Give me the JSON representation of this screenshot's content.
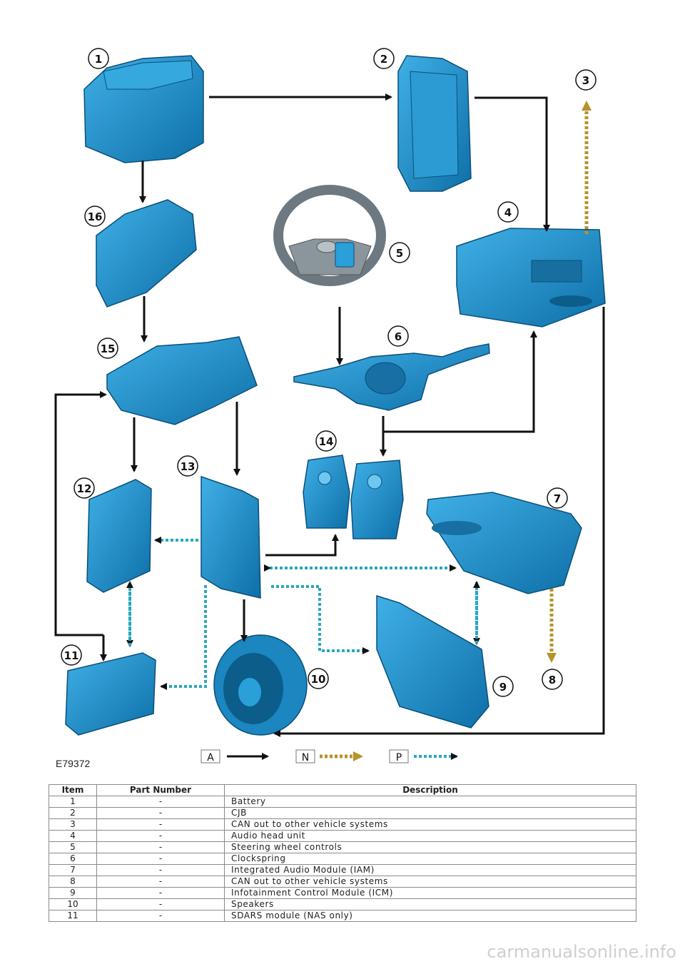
{
  "figure_id": "E79372",
  "callouts": [
    "1",
    "2",
    "3",
    "4",
    "5",
    "6",
    "7",
    "8",
    "9",
    "10",
    "11",
    "12",
    "13",
    "14",
    "15",
    "16"
  ],
  "legend": [
    {
      "key": "A",
      "style": "solid"
    },
    {
      "key": "N",
      "style": "dotted-gold"
    },
    {
      "key": "P",
      "style": "dotted-teal"
    }
  ],
  "colors": {
    "component": "#1f8fc9",
    "component_dark": "#0d5f8f",
    "link_a": "#111111",
    "link_n": "#b8922a",
    "link_p": "#2aa6bf"
  },
  "table": {
    "headers": {
      "item": "Item",
      "part_number": "Part Number",
      "description": "Description"
    },
    "rows": [
      {
        "item": "1",
        "part": "-",
        "desc": "Battery"
      },
      {
        "item": "2",
        "part": "-",
        "desc": "CJB"
      },
      {
        "item": "3",
        "part": "-",
        "desc": "CAN out to other vehicle systems"
      },
      {
        "item": "4",
        "part": "-",
        "desc": "Audio head unit"
      },
      {
        "item": "5",
        "part": "-",
        "desc": "Steering wheel controls"
      },
      {
        "item": "6",
        "part": "-",
        "desc": "Clockspring"
      },
      {
        "item": "7",
        "part": "-",
        "desc": "Integrated Audio Module (IAM)"
      },
      {
        "item": "8",
        "part": "-",
        "desc": "CAN out to other vehicle systems"
      },
      {
        "item": "9",
        "part": "-",
        "desc": "Infotainment Control Module (ICM)"
      },
      {
        "item": "10",
        "part": "-",
        "desc": "Speakers"
      },
      {
        "item": "11",
        "part": "-",
        "desc": "SDARS module (NAS only)"
      }
    ]
  },
  "watermark": "carmanualsonline.info"
}
